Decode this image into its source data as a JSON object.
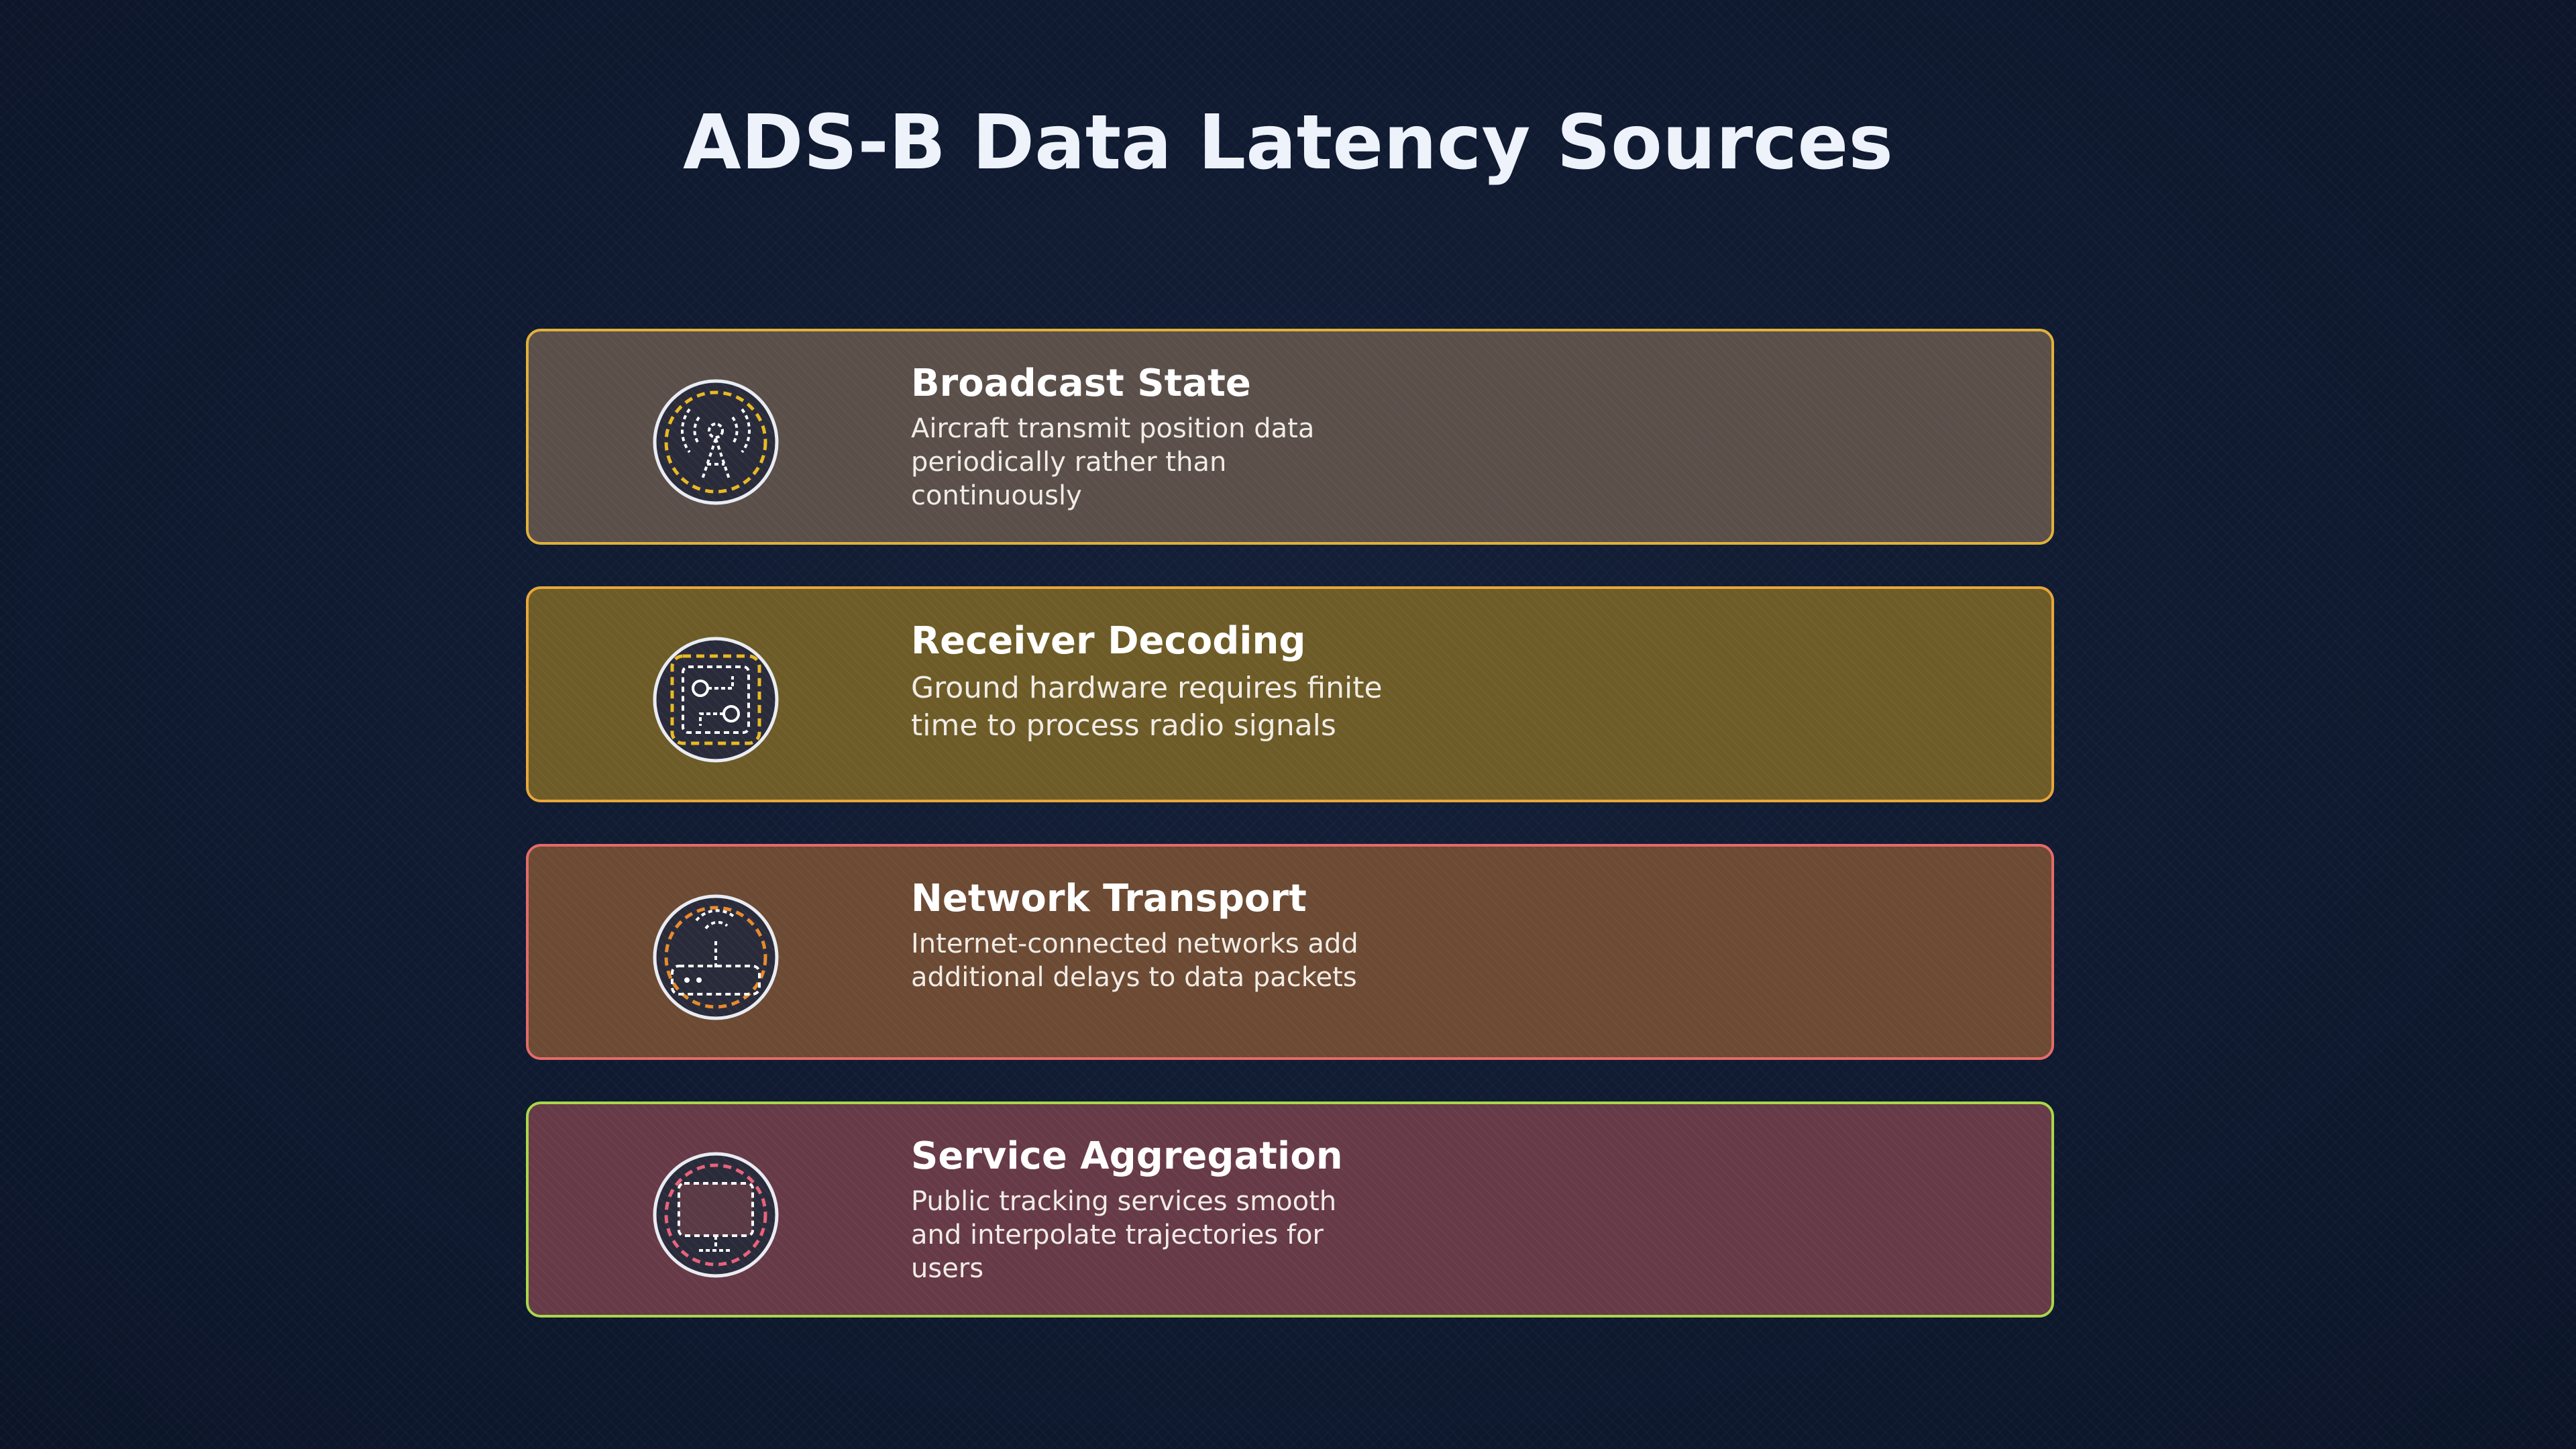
{
  "title": "ADS-B Data Latency Sources",
  "colors": {
    "background": "#0f1a30",
    "card1_fill": "#5b4f4a",
    "card1_border": "#e0b13a",
    "card2_fill": "#6e5c28",
    "card2_border": "#e8a63a",
    "card3_fill": "#6c4a33",
    "card3_border": "#e56a6a",
    "card4_fill": "#673a48",
    "card4_border": "#a8d84a"
  },
  "cards": [
    {
      "title": "Broadcast State",
      "description": "Aircraft transmit position data periodically rather than continuously",
      "icon": "antenna-tower-icon"
    },
    {
      "title": "Receiver Decoding",
      "description": "Ground hardware requires finite time to process radio signals",
      "icon": "circuit-chip-icon"
    },
    {
      "title": "Network Transport",
      "description": "Internet-connected networks add additional delays to data packets",
      "icon": "router-icon"
    },
    {
      "title": "Service Aggregation",
      "description": "Public tracking services smooth and interpolate trajectories for users",
      "icon": "monitor-icon"
    }
  ]
}
